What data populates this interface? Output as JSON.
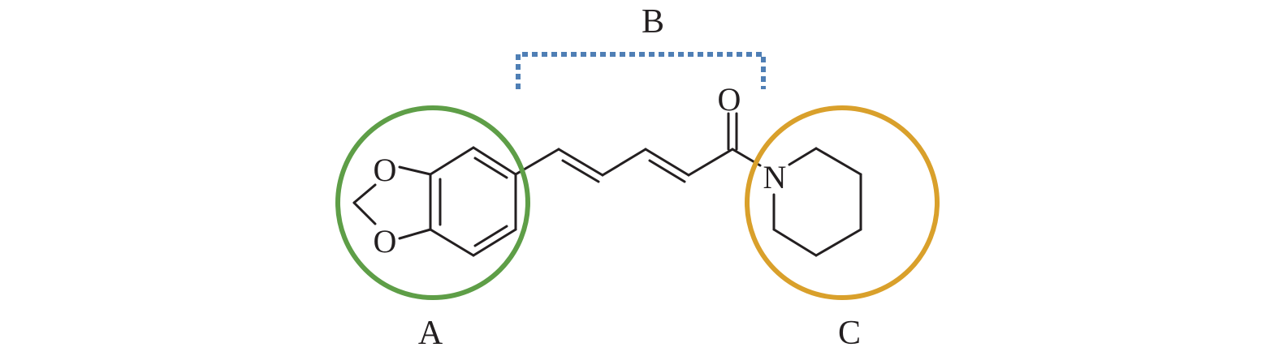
{
  "diagram": {
    "regions": {
      "a": {
        "label": "A",
        "color": "#5e9e47"
      },
      "b": {
        "label": "B",
        "color": "#4f7fb5"
      },
      "c": {
        "label": "C",
        "color": "#d9a02b"
      }
    },
    "atoms": {
      "o_upper": "O",
      "o_lower": "O",
      "o_carbonyl": "O",
      "n_amide": "N"
    }
  }
}
